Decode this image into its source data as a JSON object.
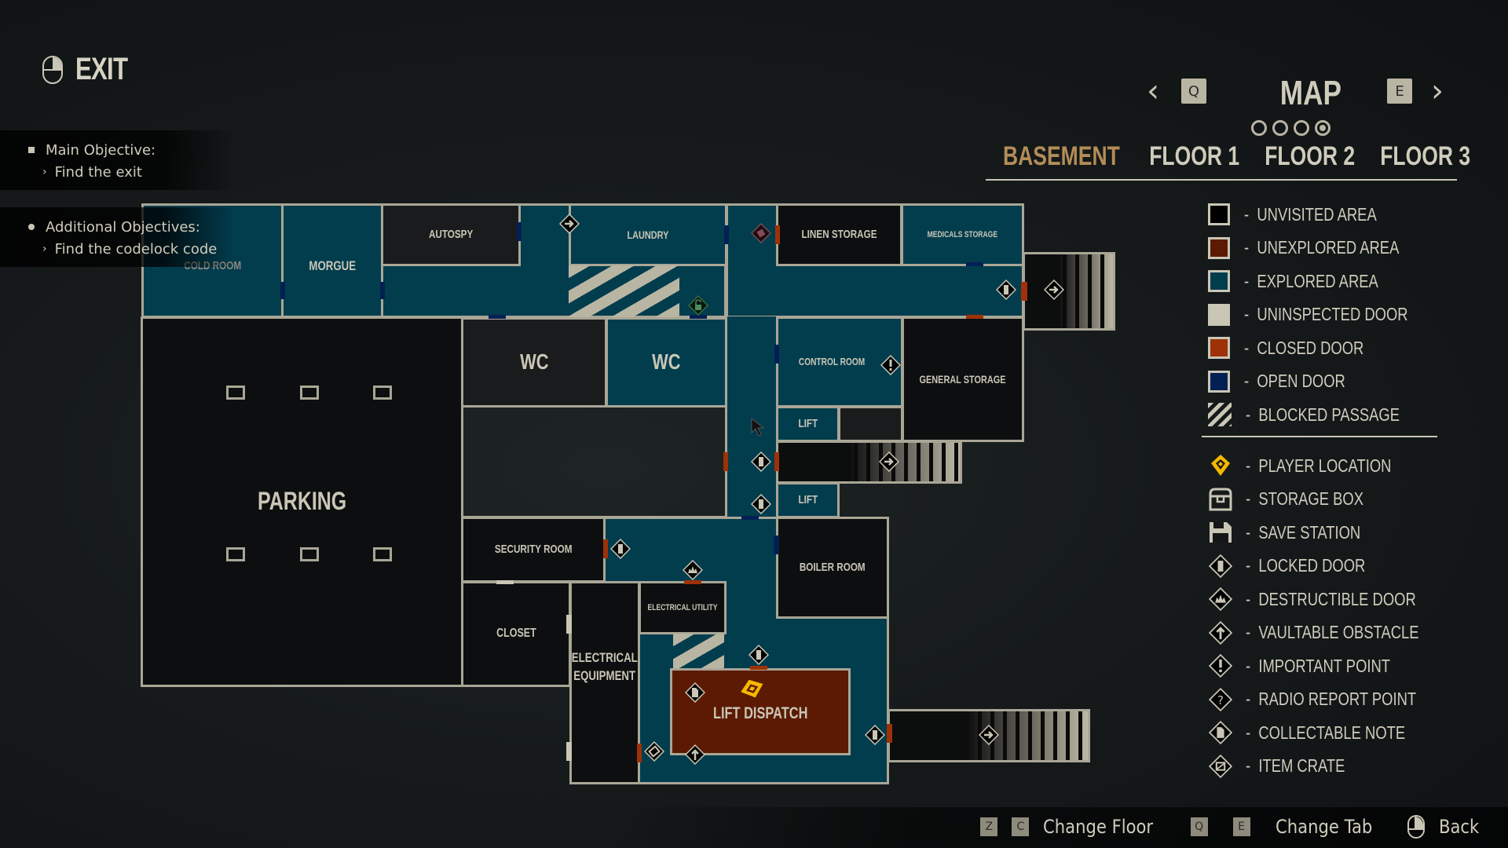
{
  "exit": {
    "label": "EXIT",
    "icon": "mouse-right-click-icon"
  },
  "objectives": {
    "main": {
      "title": "Main Objective:",
      "item": "Find the exit"
    },
    "additional": {
      "title": "Additional Objectives:",
      "item": "Find the codelock code"
    }
  },
  "header": {
    "title": "MAP",
    "prev_key": "Q",
    "next_key": "E",
    "page_dots": 4,
    "active_dot": 4,
    "floors": [
      {
        "label": "BASEMENT",
        "active": true
      },
      {
        "label": "FLOOR 1",
        "active": false
      },
      {
        "label": "FLOOR 2",
        "active": false
      },
      {
        "label": "FLOOR 3",
        "active": false
      }
    ]
  },
  "colors": {
    "unvisited": "#000000",
    "unexplored": "#5c1a02",
    "explored": "#023d4e",
    "uninspected_door": "#c9c6b6",
    "closed_door": "#9e3107",
    "open_door": "#032054",
    "active_floor": "#b38c57",
    "player": "#f5b800"
  },
  "legend": {
    "areas": [
      {
        "label": "UNVISITED AREA",
        "swatch": "unvisited"
      },
      {
        "label": "UNEXPLORED AREA",
        "swatch": "unexplored"
      },
      {
        "label": "EXPLORED AREA",
        "swatch": "explored"
      },
      {
        "label": "UNINSPECTED DOOR",
        "swatch": "uninspected_door"
      },
      {
        "label": "CLOSED DOOR",
        "swatch": "closed_door"
      },
      {
        "label": "OPEN DOOR",
        "swatch": "open_door"
      },
      {
        "label": "BLOCKED PASSAGE",
        "swatch": "hatch"
      }
    ],
    "markers": [
      {
        "label": "PLAYER LOCATION",
        "icon": "player-location-icon"
      },
      {
        "label": "STORAGE BOX",
        "icon": "storage-box-icon"
      },
      {
        "label": "SAVE STATION",
        "icon": "save-station-icon"
      },
      {
        "label": "LOCKED DOOR",
        "icon": "locked-door-icon"
      },
      {
        "label": "DESTRUCTIBLE DOOR",
        "icon": "destructible-door-icon"
      },
      {
        "label": "VAULTABLE OBSTACLE",
        "icon": "vaultable-obstacle-icon"
      },
      {
        "label": "IMPORTANT POINT",
        "icon": "important-point-icon"
      },
      {
        "label": "RADIO REPORT POINT",
        "icon": "radio-report-point-icon"
      },
      {
        "label": "COLLECTABLE NOTE",
        "icon": "collectable-note-icon"
      },
      {
        "label": "ITEM CRATE",
        "icon": "item-crate-icon"
      }
    ]
  },
  "rooms": {
    "cold_room": "COLD ROOM",
    "morgue": "MORGUE",
    "autospy": "AUTOSPY",
    "laundry": "LAUNDRY",
    "linen_storage": "LINEN STORAGE",
    "medicals_storage": "MEDICALS STORAGE",
    "wc_1": "WC",
    "wc_2": "WC",
    "control_room": "CONTROL ROOM",
    "general_storage": "GENERAL STORAGE",
    "lift_1": "LIFT",
    "lift_2": "LIFT",
    "parking": "PARKING",
    "security_room": "SECURITY ROOM",
    "boiler_room": "BOILER ROOM",
    "closet": "CLOSET",
    "electrical_equipment": "ELECTRICAL EQUIPMENT",
    "electrical_utility": "ELECTRICAL UTILITY",
    "lift_dispatch": "LIFT DISPATCH"
  },
  "hints": [
    {
      "keys": [
        "Z",
        "C"
      ],
      "label": "Change Floor"
    },
    {
      "keys": [
        "Q",
        "E"
      ],
      "label": "Change Tab"
    },
    {
      "keys": [],
      "icon": "mouse-right-click-icon",
      "label": "Back"
    }
  ]
}
